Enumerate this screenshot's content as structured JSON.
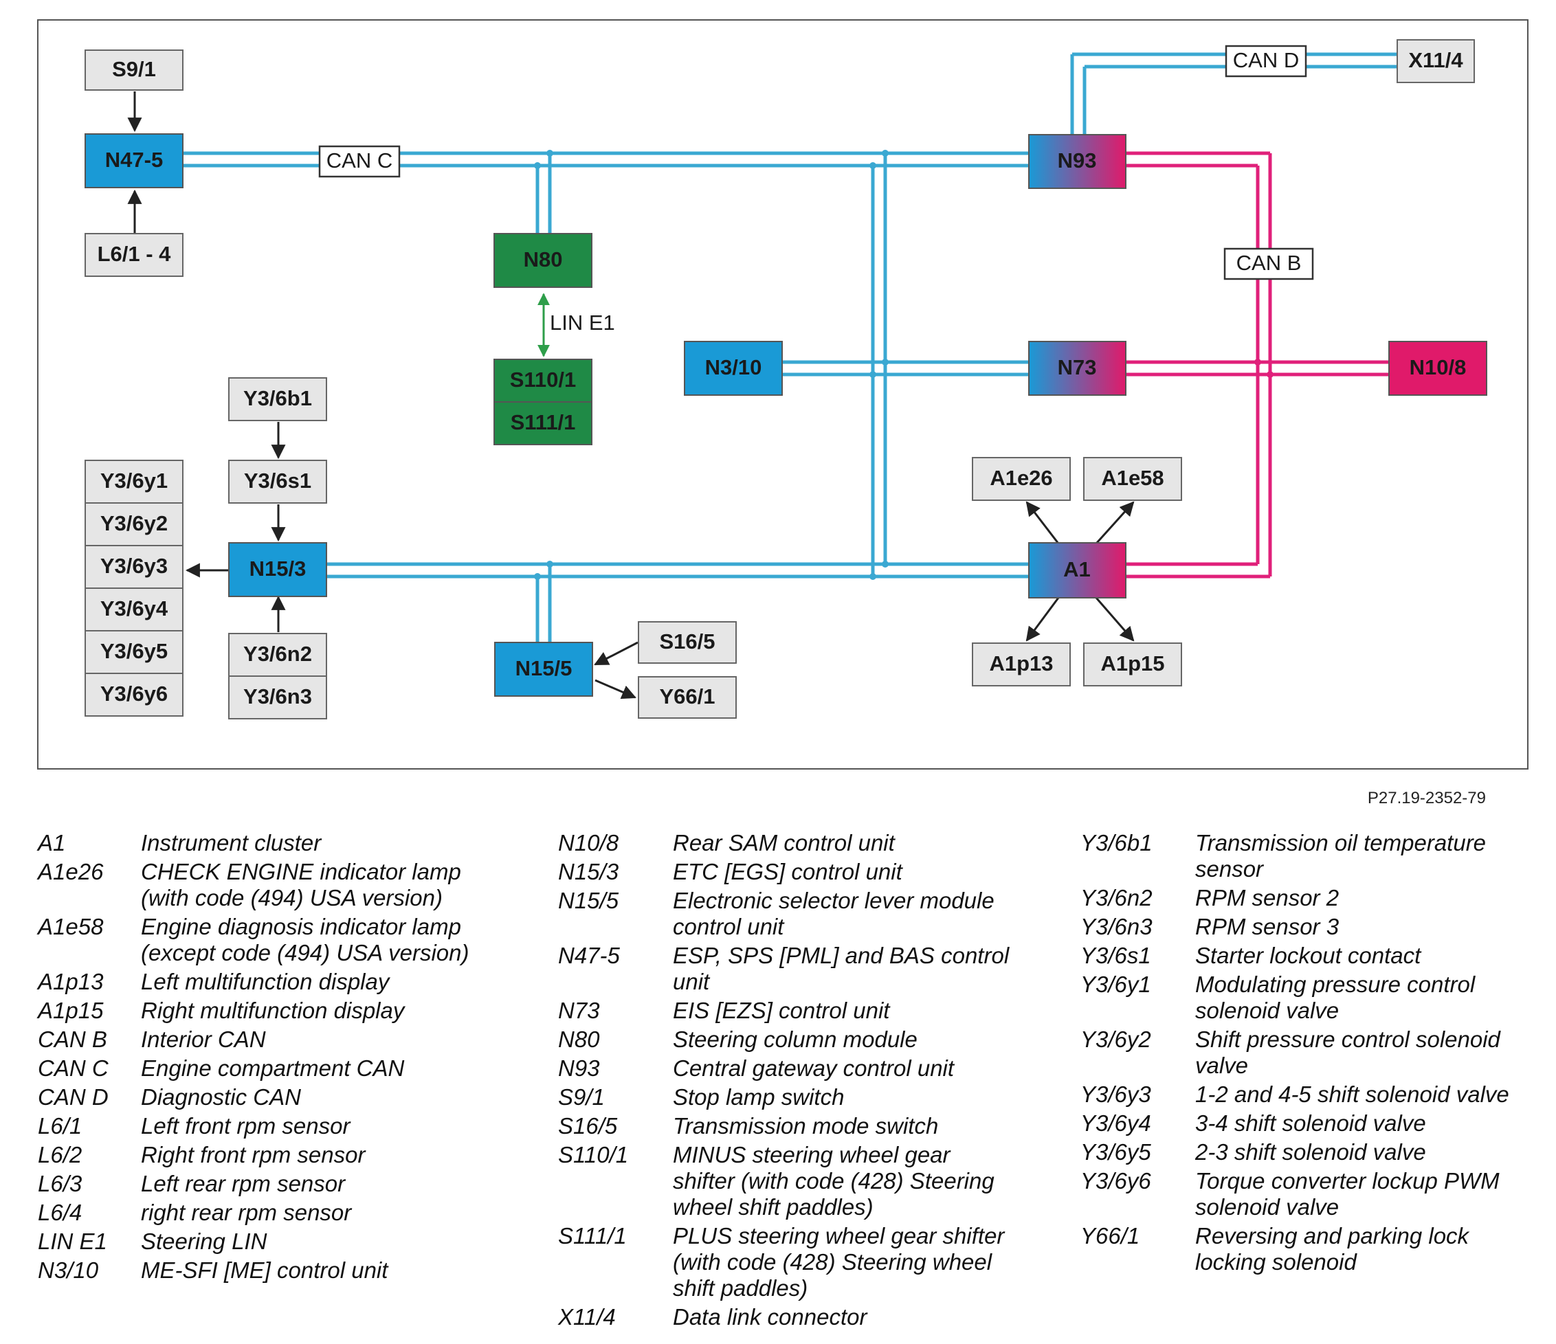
{
  "colors": {
    "can_blue": "#3aa8d2",
    "can_pink": "#e0207a",
    "ecu_blue": "#1a9ad6",
    "ecu_green": "#1f8a46",
    "ecu_pink": "#e01a6a",
    "box_grey": "#e6e6e6",
    "lin_green": "#2e9e4a"
  },
  "diagram": {
    "nodes": {
      "S9_1": "S9/1",
      "N47_5": "N47-5",
      "L6_1_4": "L6/1 - 4",
      "N80": "N80",
      "S110_1": "S110/1",
      "S111_1": "S111/1",
      "N3_10": "N3/10",
      "N93": "N93",
      "X11_4": "X11/4",
      "N73": "N73",
      "N10_8": "N10/8",
      "Y3_6b1": "Y3/6b1",
      "Y3_6s1": "Y3/6s1",
      "N15_3": "N15/3",
      "Y3_6n2": "Y3/6n2",
      "Y3_6n3": "Y3/6n3",
      "Y3_6y1": "Y3/6y1",
      "Y3_6y2": "Y3/6y2",
      "Y3_6y3": "Y3/6y3",
      "Y3_6y4": "Y3/6y4",
      "Y3_6y5": "Y3/6y5",
      "Y3_6y6": "Y3/6y6",
      "N15_5": "N15/5",
      "S16_5": "S16/5",
      "Y66_1": "Y66/1",
      "A1": "A1",
      "A1e26": "A1e26",
      "A1e58": "A1e58",
      "A1p13": "A1p13",
      "A1p15": "A1p15"
    },
    "bus_labels": {
      "can_c": "CAN C",
      "can_d": "CAN D",
      "can_b": "CAN B",
      "lin_e1": "LIN E1"
    },
    "figure_code": "P27.19-2352-79"
  },
  "legend": {
    "col1": [
      {
        "code": "A1",
        "desc": "Instrument cluster"
      },
      {
        "code": "A1e26",
        "desc": "CHECK ENGINE indicator lamp (with code (494) USA version)"
      },
      {
        "code": "A1e58",
        "desc": "Engine diagnosis indicator lamp (except code (494) USA version)"
      },
      {
        "code": "A1p13",
        "desc": "Left multifunction display"
      },
      {
        "code": "A1p15",
        "desc": "Right multifunction display"
      },
      {
        "code": "CAN B",
        "desc": "Interior CAN"
      },
      {
        "code": "CAN C",
        "desc": "Engine compartment CAN"
      },
      {
        "code": "CAN D",
        "desc": "Diagnostic CAN"
      },
      {
        "code": "L6/1",
        "desc": "Left front rpm sensor"
      },
      {
        "code": "L6/2",
        "desc": "Right front rpm sensor"
      },
      {
        "code": "L6/3",
        "desc": "Left rear rpm sensor"
      },
      {
        "code": "L6/4",
        "desc": "right rear rpm sensor"
      },
      {
        "code": "LIN E1",
        "desc": "Steering LIN"
      },
      {
        "code": "N3/10",
        "desc": "ME-SFI [ME] control unit"
      }
    ],
    "col2": [
      {
        "code": "N10/8",
        "desc": "Rear SAM control unit"
      },
      {
        "code": "N15/3",
        "desc": "ETC [EGS] control unit"
      },
      {
        "code": "N15/5",
        "desc": "Electronic selector lever module control unit"
      },
      {
        "code": "N47-5",
        "desc": "ESP, SPS [PML] and BAS control unit"
      },
      {
        "code": "N73",
        "desc": "EIS [EZS] control unit"
      },
      {
        "code": "N80",
        "desc": "Steering column module"
      },
      {
        "code": "N93",
        "desc": "Central gateway control unit"
      },
      {
        "code": "S9/1",
        "desc": "Stop lamp switch"
      },
      {
        "code": "S16/5",
        "desc": "Transmission mode switch"
      },
      {
        "code": "S110/1",
        "desc": "MINUS steering wheel gear shifter (with code (428) Steering wheel shift paddles)"
      },
      {
        "code": "S111/1",
        "desc": "PLUS steering wheel gear shifter (with code (428) Steering wheel shift paddles)"
      },
      {
        "code": "X11/4",
        "desc": "Data link connector"
      }
    ],
    "col3": [
      {
        "code": "Y3/6b1",
        "desc": "Transmission oil temperature sensor"
      },
      {
        "code": "Y3/6n2",
        "desc": "RPM sensor 2"
      },
      {
        "code": "Y3/6n3",
        "desc": "RPM sensor 3"
      },
      {
        "code": "Y3/6s1",
        "desc": "Starter lockout contact"
      },
      {
        "code": "Y3/6y1",
        "desc": "Modulating pressure control solenoid valve"
      },
      {
        "code": "Y3/6y2",
        "desc": "Shift pressure control solenoid valve"
      },
      {
        "code": "Y3/6y3",
        "desc": "1-2 and 4-5 shift solenoid valve"
      },
      {
        "code": "Y3/6y4",
        "desc": "3-4 shift solenoid valve"
      },
      {
        "code": "Y3/6y5",
        "desc": "2-3 shift solenoid valve"
      },
      {
        "code": "Y3/6y6",
        "desc": "Torque converter lockup PWM solenoid valve"
      },
      {
        "code": "Y66/1",
        "desc": "Reversing and parking lock locking solenoid"
      }
    ]
  }
}
